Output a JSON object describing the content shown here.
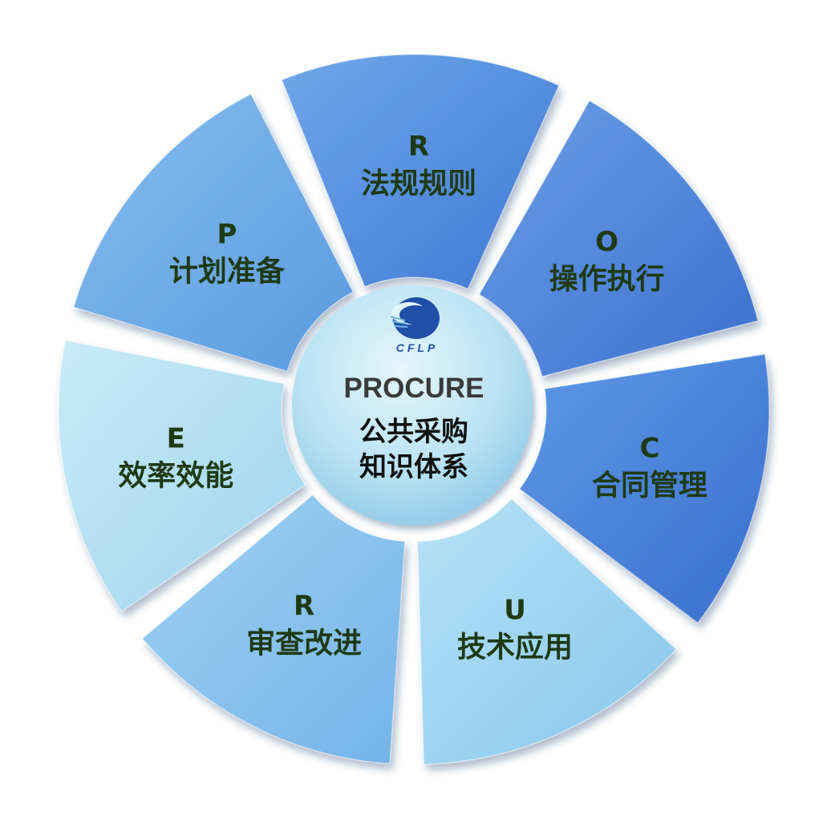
{
  "center": {
    "logo_text": "CFLP",
    "title": "PROCURE",
    "line1": "公共采购",
    "line2": "知识体系"
  },
  "segments": [
    {
      "letter": "P",
      "label": "计划准备"
    },
    {
      "letter": "R",
      "label": "法规规则"
    },
    {
      "letter": "O",
      "label": "操作执行"
    },
    {
      "letter": "C",
      "label": "合同管理"
    },
    {
      "letter": "U",
      "label": "技术应用"
    },
    {
      "letter": "R",
      "label": "审查改进"
    },
    {
      "letter": "E",
      "label": "效率效能"
    }
  ],
  "colors": {
    "text_dark_green": "#1f3a12",
    "center_title": "#3a3a3a",
    "center_text": "#111111",
    "logo_blue": "#1f4fa8"
  }
}
